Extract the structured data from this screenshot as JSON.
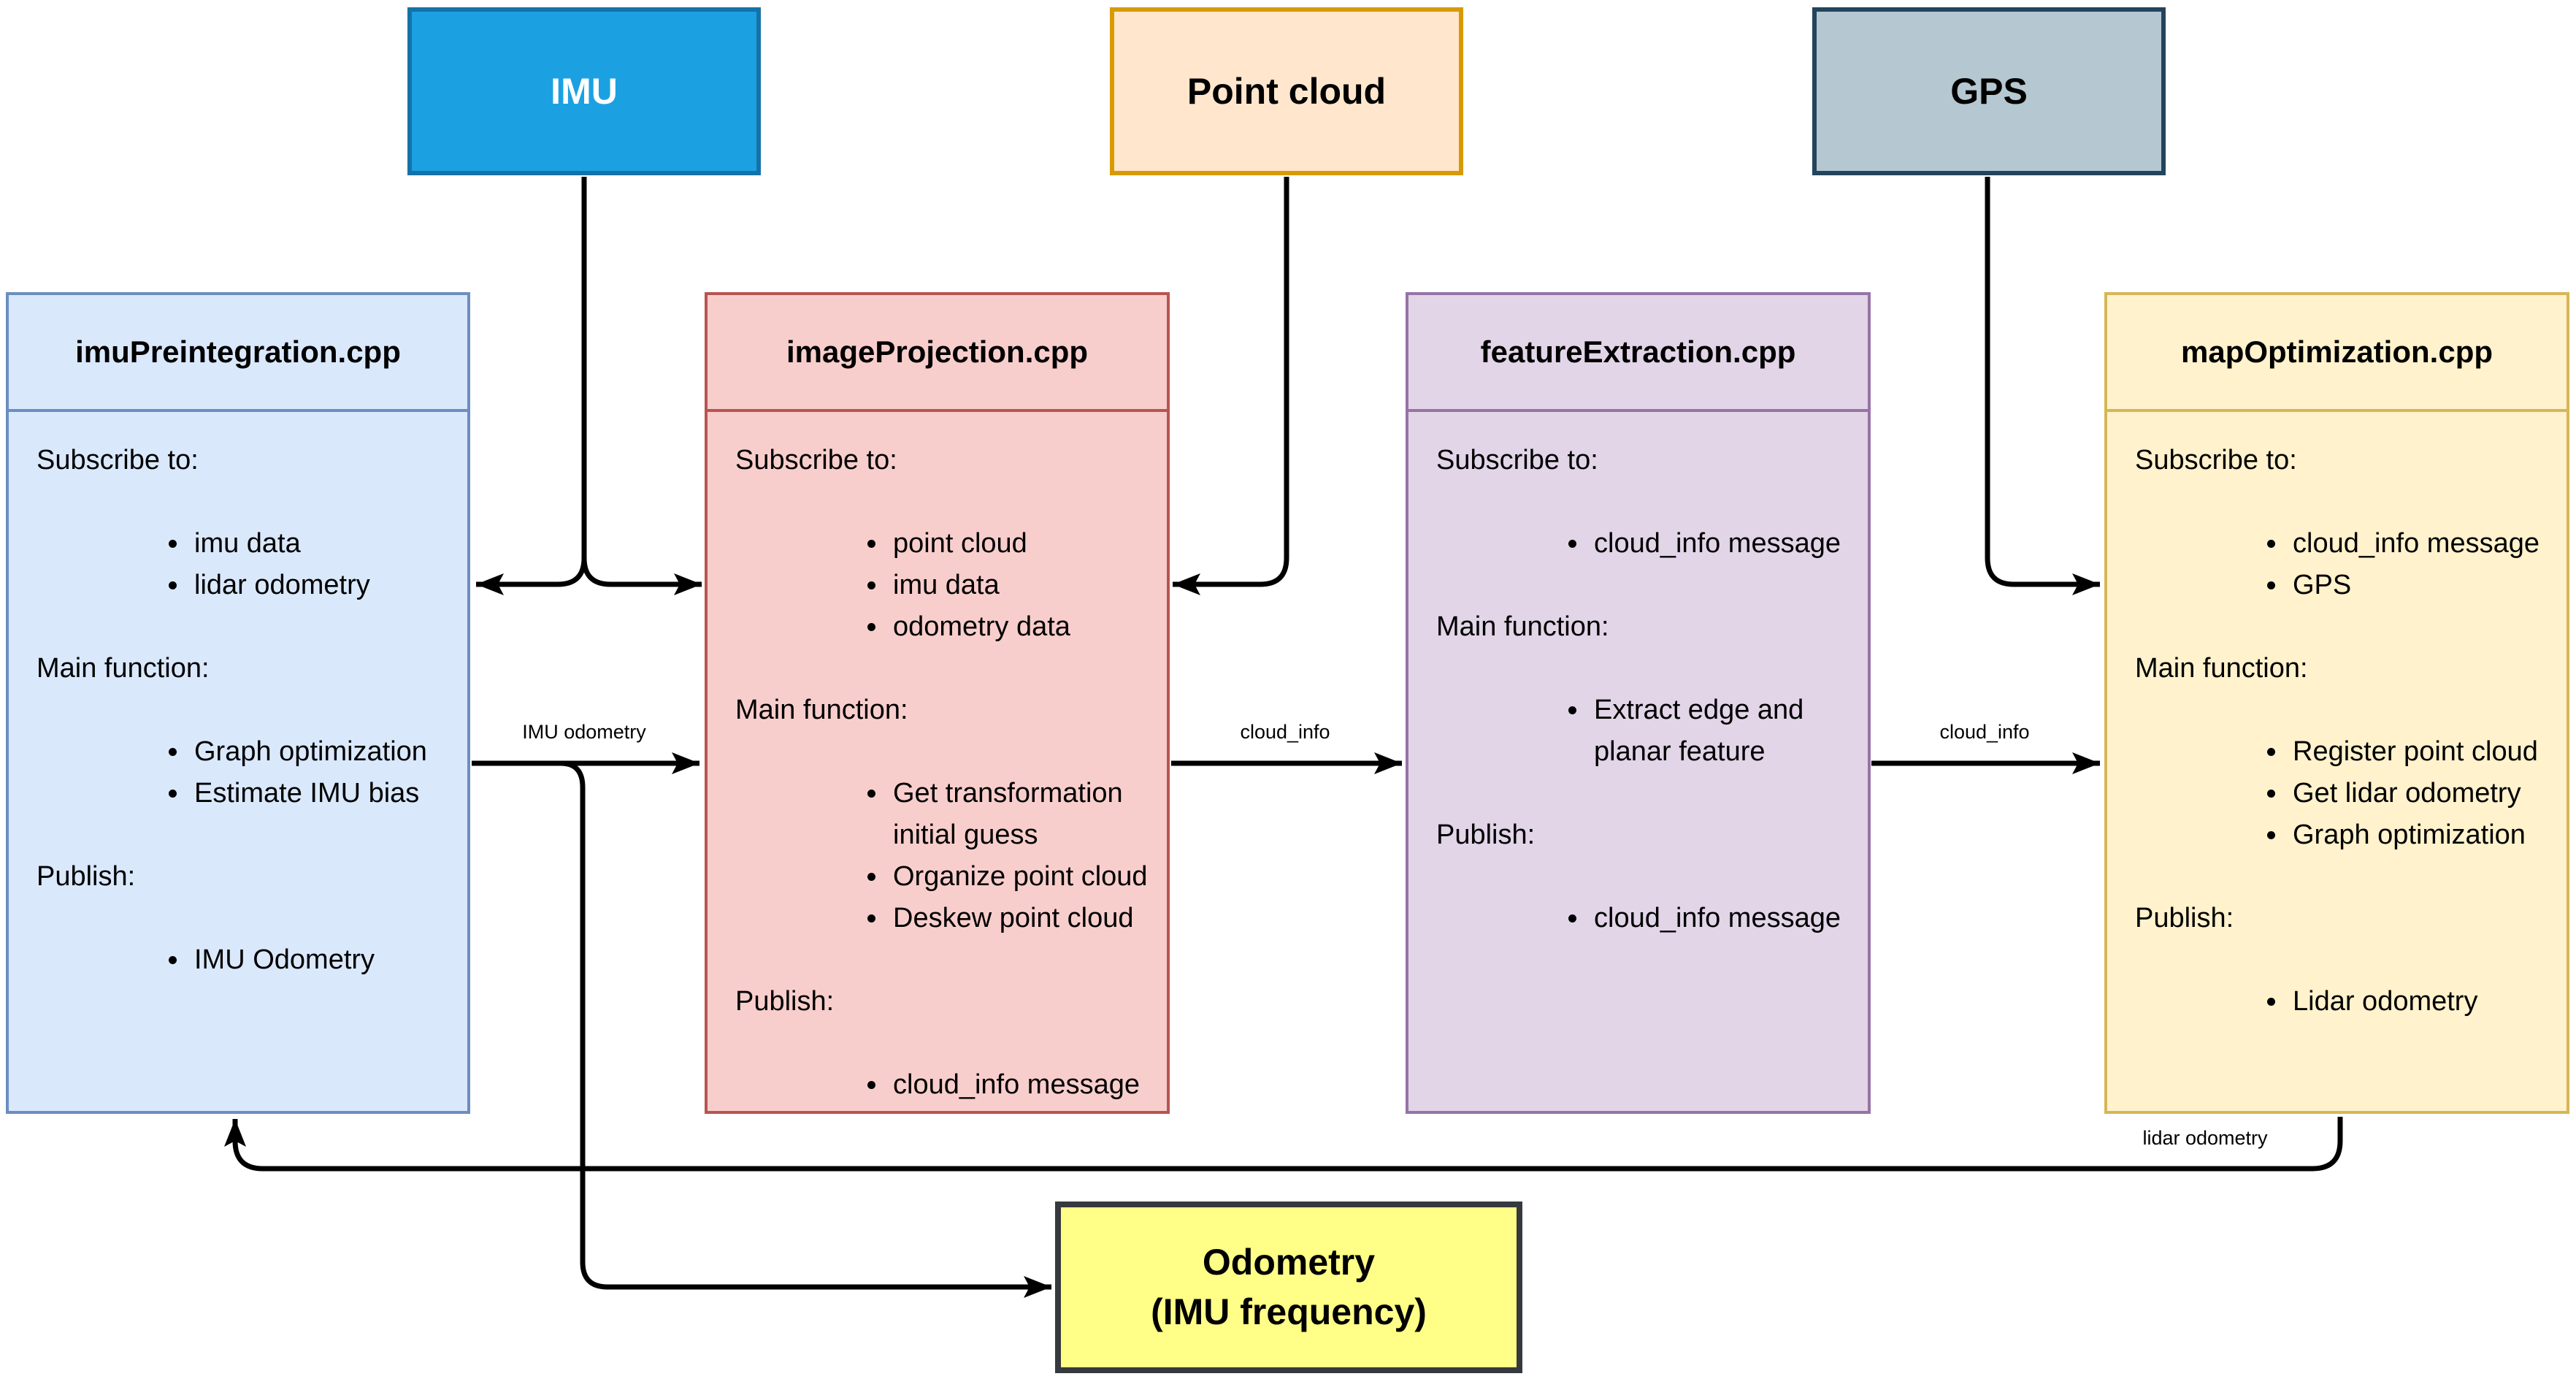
{
  "diagram": {
    "background": "#ffffff",
    "edge_color": "#000000",
    "sources": [
      {
        "label": "IMU",
        "fill": "#1ba1e2",
        "border": "#1572a8",
        "text_color": "#ffffff"
      },
      {
        "label": "Point cloud",
        "fill": "#ffe6cc",
        "border": "#d79b00",
        "text_color": "#000000"
      },
      {
        "label": "GPS",
        "fill": "#b5c7d1",
        "border": "#23445c",
        "text_color": "#000000"
      }
    ],
    "nodes": [
      {
        "title": "imuPreintegration.cpp",
        "fill": "#dae8fc",
        "border": "#6c8ebf",
        "sections": [
          {
            "label": "Subscribe to:",
            "items": [
              "imu data",
              "lidar odometry"
            ]
          },
          {
            "label": "Main function:",
            "items": [
              "Graph optimization",
              "Estimate IMU bias"
            ]
          },
          {
            "label": "Publish:",
            "items": [
              "IMU Odometry"
            ]
          }
        ]
      },
      {
        "title": "imageProjection.cpp",
        "fill": "#f8cecc",
        "border": "#b85450",
        "sections": [
          {
            "label": "Subscribe to:",
            "items": [
              "point cloud",
              "imu data",
              "odometry data"
            ]
          },
          {
            "label": "Main function:",
            "items": [
              "Get transformation initial guess",
              "Organize point cloud",
              "Deskew point cloud"
            ]
          },
          {
            "label": "Publish:",
            "items": [
              "cloud_info message"
            ]
          }
        ]
      },
      {
        "title": "featureExtraction.cpp",
        "fill": "#e1d5e7",
        "border": "#9673a6",
        "sections": [
          {
            "label": "Subscribe to:",
            "items": [
              "cloud_info message"
            ]
          },
          {
            "label": "Main function:",
            "items": [
              "Extract edge and planar feature"
            ]
          },
          {
            "label": "Publish:",
            "items": [
              "cloud_info message"
            ]
          }
        ]
      },
      {
        "title": "mapOptimization.cpp",
        "fill": "#fff2cc",
        "border": "#d6b656",
        "sections": [
          {
            "label": "Subscribe to:",
            "items": [
              "cloud_info message",
              "GPS"
            ]
          },
          {
            "label": "Main function:",
            "items": [
              "Register point cloud",
              "Get lidar odometry",
              "Graph optimization"
            ]
          },
          {
            "label": "Publish:",
            "items": [
              "Lidar odometry"
            ]
          }
        ]
      }
    ],
    "sink": {
      "line1": "Odometry",
      "line2": "(IMU frequency)",
      "fill": "#ffff88",
      "border": "#36393d"
    },
    "edge_labels": [
      {
        "text": "IMU odometry"
      },
      {
        "text": "cloud_info"
      },
      {
        "text": "cloud_info"
      },
      {
        "text": "lidar odometry"
      }
    ]
  }
}
